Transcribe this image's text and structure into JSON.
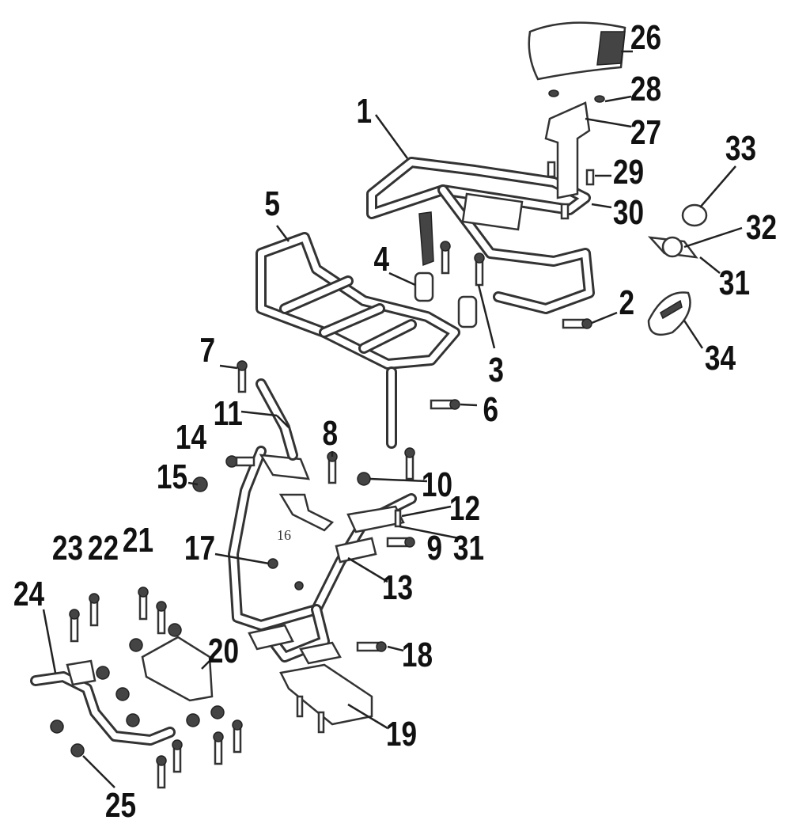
{
  "diagram": {
    "callouts": {
      "c1": "1",
      "c2": "2",
      "c3": "3",
      "c4": "4",
      "c5": "5",
      "c6": "6",
      "c7": "7",
      "c8": "8",
      "c9": "9",
      "c10": "10",
      "c11": "11",
      "c12": "12",
      "c13": "13",
      "c14": "14",
      "c15": "15",
      "c16": "16",
      "c17": "17",
      "c18": "18",
      "c19": "19",
      "c20": "20",
      "c21": "21",
      "c22": "22",
      "c23": "23",
      "c24": "24",
      "c25": "25",
      "c26": "26",
      "c27": "27",
      "c28": "28",
      "c29": "29",
      "c30": "30",
      "c31a": "31",
      "c31b": "31",
      "c32": "32",
      "c33": "33",
      "c34": "34"
    },
    "colors": {
      "ink": "#333333",
      "background": "#ffffff"
    }
  }
}
